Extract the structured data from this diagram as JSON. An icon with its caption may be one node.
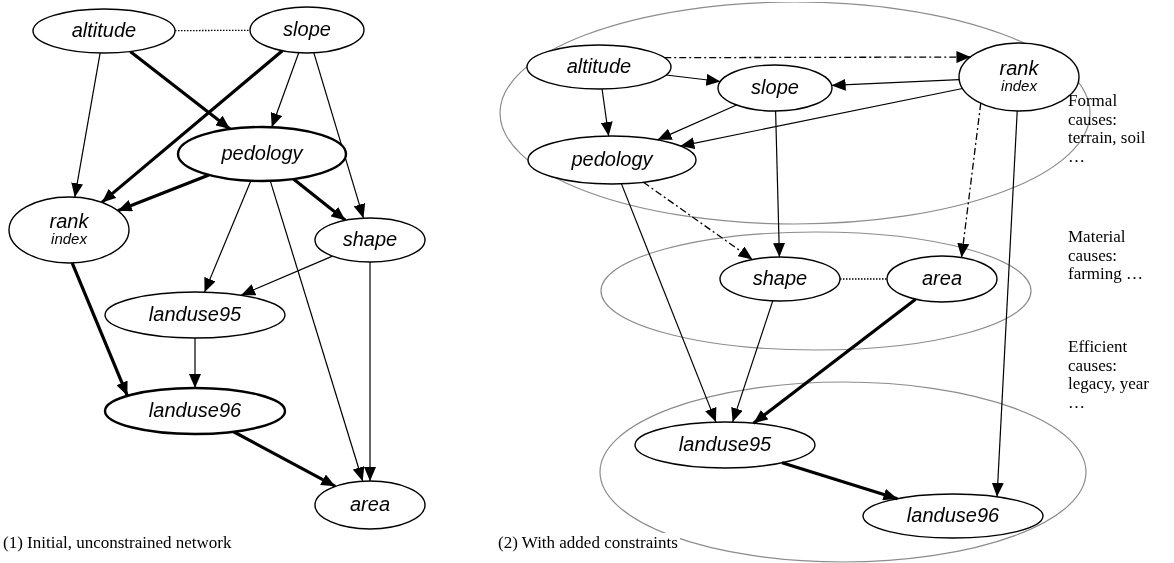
{
  "diagram": {
    "nodes": [
      {
        "text": [
          "altitude"
        ]
      },
      {
        "text": [
          "slope"
        ]
      },
      {
        "text": [
          "pedology"
        ]
      },
      {
        "text": [
          "rank",
          "index"
        ]
      },
      {
        "text": [
          "shape"
        ]
      },
      {
        "text": [
          "landuse95"
        ]
      },
      {
        "text": [
          "landuse96"
        ]
      },
      {
        "text": [
          "area"
        ]
      },
      {
        "text": [
          "Formal causes: terrain, soil …"
        ]
      },
      {
        "text": [
          "altitude"
        ],
        "in": 8
      },
      {
        "text": [
          "slope"
        ],
        "in": 8
      },
      {
        "text": [
          "rank",
          "index"
        ],
        "in": 8
      },
      {
        "text": [
          "pedology"
        ],
        "in": 8
      },
      {
        "text": [
          "Material causes: farming …"
        ]
      },
      {
        "text": [
          "shape"
        ],
        "in": 13
      },
      {
        "text": [
          "area"
        ],
        "in": 13
      },
      {
        "text": [
          "Efficient causes: legacy, year …"
        ]
      },
      {
        "text": [
          "landuse95"
        ],
        "in": 16
      },
      {
        "text": [
          "landuse96"
        ],
        "in": 16
      }
    ],
    "edges": [
      {
        "from": 0,
        "to": 1,
        "arrow": "none",
        "style": "dashed"
      },
      {
        "from": 0,
        "to": 3,
        "arrow": "to"
      },
      {
        "from": 0,
        "to": 2,
        "arrow": "to",
        "style": "thick"
      },
      {
        "from": 1,
        "to": 3,
        "arrow": "to",
        "style": "thick"
      },
      {
        "from": 1,
        "to": 2,
        "arrow": "to"
      },
      {
        "from": 1,
        "to": 4,
        "arrow": "to"
      },
      {
        "from": 2,
        "to": 3,
        "arrow": "to",
        "style": "thick"
      },
      {
        "from": 2,
        "to": 4,
        "arrow": "to",
        "style": "thick"
      },
      {
        "from": 2,
        "to": 5,
        "arrow": "to"
      },
      {
        "from": 2,
        "to": 7,
        "arrow": "to"
      },
      {
        "from": 4,
        "to": 5,
        "arrow": "to"
      },
      {
        "from": 4,
        "to": 7,
        "arrow": "to"
      },
      {
        "from": 3,
        "to": 6,
        "arrow": "to",
        "style": "thick"
      },
      {
        "from": 5,
        "to": 6,
        "arrow": "to"
      },
      {
        "from": 6,
        "to": 7,
        "arrow": "to",
        "style": "thick"
      },
      {
        "from": 9,
        "to": 11,
        "arrow": "to",
        "style": "dashed"
      },
      {
        "from": 9,
        "to": 10,
        "arrow": "to"
      },
      {
        "from": 9,
        "to": 12,
        "arrow": "to"
      },
      {
        "from": 11,
        "to": 10,
        "arrow": "to"
      },
      {
        "from": 11,
        "to": 12,
        "arrow": "to"
      },
      {
        "from": 10,
        "to": 12,
        "arrow": "to"
      },
      {
        "from": 10,
        "to": 14,
        "arrow": "to"
      },
      {
        "from": 11,
        "to": 15,
        "arrow": "to",
        "style": "dashed"
      },
      {
        "from": 11,
        "to": 18,
        "arrow": "to"
      },
      {
        "from": 12,
        "to": 14,
        "arrow": "to",
        "style": "dashed"
      },
      {
        "from": 12,
        "to": 17,
        "arrow": "to"
      },
      {
        "from": 14,
        "to": 15,
        "arrow": "none",
        "style": "dashed"
      },
      {
        "from": 14,
        "to": 17,
        "arrow": "to"
      },
      {
        "from": 15,
        "to": 17,
        "arrow": "to",
        "style": "thick"
      },
      {
        "from": 17,
        "to": 18,
        "arrow": "to",
        "style": "thick"
      }
    ],
    "labels": [
      "(1) Initial, unconstrained network",
      "(2) With added constraints"
    ]
  }
}
